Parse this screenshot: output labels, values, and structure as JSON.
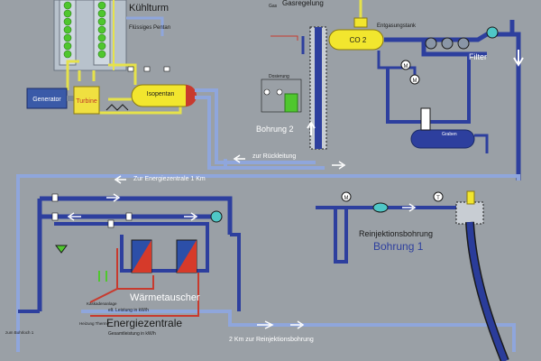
{
  "labels": {
    "kuehlturm": "Kühlturm",
    "fluessiges_pentan": "Flüssiges Pentan",
    "gas": "Gas",
    "gasregelung": "Gasregelung",
    "entgasungstank": "Entgasungstank",
    "co2": "CO 2",
    "filter": "Filter",
    "generator": "Generator",
    "turbine": "Turbine",
    "isopentan": "Isopentan",
    "dosierung": "Dosierung",
    "bohrung2": "Bohrung 2",
    "graben": "Graben",
    "rueckleitung": "zur Rückleitung",
    "energiezentrale_link": "Zur Energiezentrale 1 Km",
    "reinjektionsbohrung_title": "Reinjektionsbohrung",
    "bohrung1": "Bohrung 1",
    "waermetauscher": "Wärmetauscher",
    "energiezentrale": "Energiezentrale",
    "elt_leistung": "elt. Leistung in kW/h",
    "gesamtleistung": "Gesamtleistung in kW/h",
    "heizung_therme": "Heizung Therme",
    "kaskadenanlage": "Kaskadenanlage",
    "zum_bohrloch": "zum Bohrloch 1",
    "reinjektion_link": "2 Km zur Reinjektionsbohrung",
    "valve_m": "M",
    "valve_t": "T"
  },
  "colors": {
    "background": "#9aa0a6",
    "pipe_dark": "#2d3f9e",
    "pipe_light": "#8fa6dc",
    "pipe_red": "#c83a2e",
    "tank_yellow": "#f2e62e",
    "turbine_yellow": "#f0e040",
    "generator_blue": "#3a5aa8",
    "well_blue": "#2a3c9a",
    "heat_exchanger_red": "#d63a2a",
    "heat_exchanger_blue": "#2c4fa8",
    "cooling_green": "#4fc72e"
  }
}
